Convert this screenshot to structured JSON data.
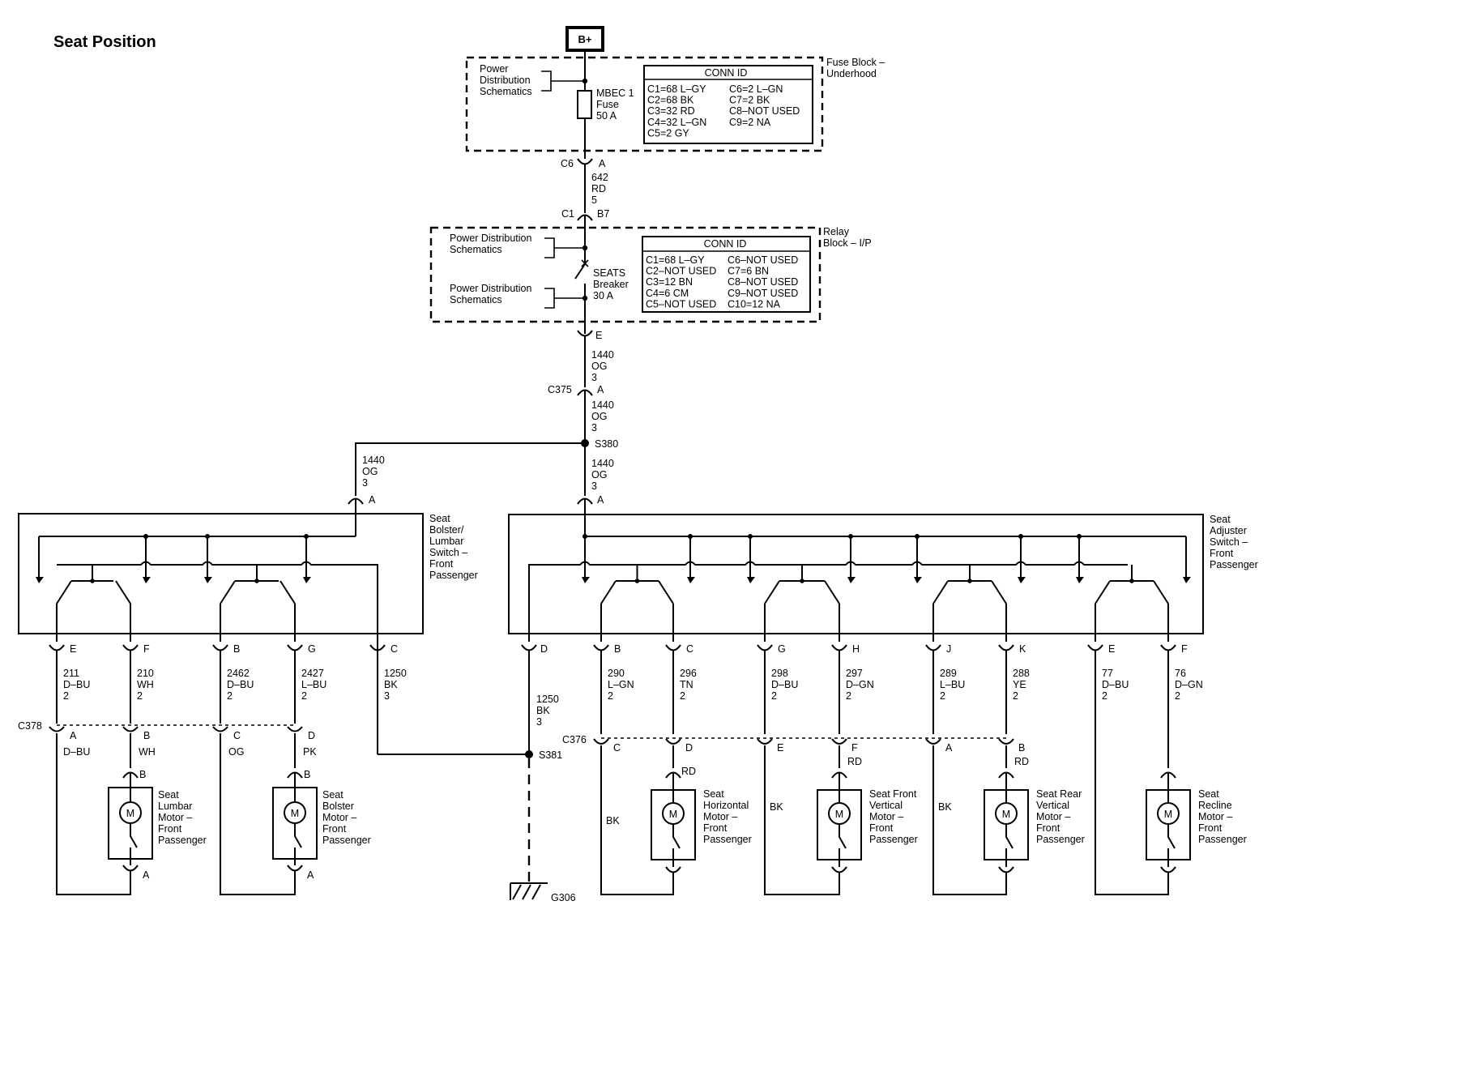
{
  "title": "Seat Position",
  "power_source": "B+",
  "fuse_block": {
    "label": "Fuse Block – Underhood",
    "label_lines": [
      "Fuse Block –",
      "Underhood"
    ],
    "pds_lines": [
      "Power",
      "Distribution",
      "Schematics"
    ],
    "fuse_lines": [
      "MBEC 1",
      "Fuse",
      "50 A"
    ],
    "conn_id_title": "CONN ID",
    "conn_id_rows": [
      [
        "C1=68 L–GY",
        "C6=2 L–GN"
      ],
      [
        "C2=68 BK",
        "C7=2 BK"
      ],
      [
        "C3=32 RD",
        "C8–NOT USED"
      ],
      [
        "C4=32 L–GN",
        "C9=2 NA"
      ],
      [
        "C5=2 GY",
        ""
      ]
    ]
  },
  "relay_block": {
    "label": "Relay Block – I/P",
    "label_lines": [
      "Relay",
      "Block – I/P"
    ],
    "pds_top_lines": [
      "Power Distribution",
      "Schematics"
    ],
    "pds_bottom_lines": [
      "Power Distribution",
      "Schematics"
    ],
    "breaker_lines": [
      "SEATS",
      "Breaker",
      "30 A"
    ],
    "conn_id_title": "CONN ID",
    "conn_id_rows": [
      [
        "C1=68 L–GY",
        "C6–NOT USED"
      ],
      [
        "C2–NOT USED",
        "C7=6 BN"
      ],
      [
        "C3=12 BN",
        "C8–NOT USED"
      ],
      [
        "C4=6 CM",
        "C9–NOT USED"
      ],
      [
        "C5–NOT USED",
        "C10=12 NA"
      ]
    ]
  },
  "trunk": {
    "c6_name": "C6",
    "c6_pin": "A",
    "wire1": [
      "642",
      "RD",
      "5"
    ],
    "c1_name": "C1",
    "c1_pin": "B7",
    "relay_out_pin": "E",
    "wire2": [
      "1440",
      "OG",
      "3"
    ],
    "c375_name": "C375",
    "c375_pin": "A",
    "wire3": [
      "1440",
      "OG",
      "3"
    ],
    "splice": "S380",
    "wire_left": [
      "1440",
      "OG",
      "3"
    ],
    "wire_right": [
      "1440",
      "OG",
      "3"
    ],
    "left_in_pin": "A",
    "right_in_pin": "A"
  },
  "lumbar_switch": {
    "name_lines": [
      "Seat",
      "Bolster/",
      "Lumbar",
      "Switch –",
      "Front",
      "Passenger"
    ],
    "pins": [
      {
        "pin": "E",
        "wire": [
          "211",
          "D–BU",
          "2"
        ]
      },
      {
        "pin": "F",
        "wire": [
          "210",
          "WH",
          "2"
        ]
      },
      {
        "pin": "B",
        "wire": [
          "2462",
          "D–BU",
          "2"
        ]
      },
      {
        "pin": "G",
        "wire": [
          "2427",
          "L–BU",
          "2"
        ]
      },
      {
        "pin": "C",
        "wire": [
          "1250",
          "BK",
          "3"
        ]
      }
    ],
    "c378": {
      "name": "C378",
      "pins": [
        "A",
        "B",
        "C",
        "D"
      ],
      "colors": [
        "D–BU",
        "WH",
        "OG",
        "PK"
      ]
    },
    "motors": [
      {
        "name_lines": [
          "Seat",
          "Lumbar",
          "Motor –",
          "Front",
          "Passenger"
        ],
        "pin_top": "B",
        "pin_bottom": "A",
        "symbol": "M"
      },
      {
        "name_lines": [
          "Seat",
          "Bolster",
          "Motor –",
          "Front",
          "Passenger"
        ],
        "pin_top": "B",
        "pin_bottom": "A",
        "symbol": "M"
      }
    ]
  },
  "adjuster_switch": {
    "name_lines": [
      "Seat",
      "Adjuster",
      "Switch –",
      "Front",
      "Passenger"
    ],
    "ground_pin": "D",
    "ground_wire": [
      "1250",
      "BK",
      "3"
    ],
    "pins": [
      {
        "pin": "B",
        "wire": [
          "290",
          "L–GN",
          "2"
        ]
      },
      {
        "pin": "C",
        "wire": [
          "296",
          "TN",
          "2"
        ]
      },
      {
        "pin": "G",
        "wire": [
          "298",
          "D–BU",
          "2"
        ]
      },
      {
        "pin": "H",
        "wire": [
          "297",
          "D–GN",
          "2"
        ]
      },
      {
        "pin": "J",
        "wire": [
          "289",
          "L–BU",
          "2"
        ]
      },
      {
        "pin": "K",
        "wire": [
          "288",
          "YE",
          "2"
        ]
      },
      {
        "pin": "E",
        "wire": [
          "77",
          "D–BU",
          "2"
        ]
      },
      {
        "pin": "F",
        "wire": [
          "76",
          "D–GN",
          "2"
        ]
      }
    ],
    "c376": {
      "name": "C376",
      "pins": [
        "C",
        "D",
        "E",
        "F",
        "A",
        "B"
      ],
      "colors": [
        "BK",
        "RD",
        "BK",
        "RD",
        "BK",
        "RD"
      ]
    },
    "motors": [
      {
        "name_lines": [
          "Seat",
          "Horizontal",
          "Motor –",
          "Front",
          "Passenger"
        ],
        "symbol": "M"
      },
      {
        "name_lines": [
          "Seat Front",
          "Vertical",
          "Motor –",
          "Front",
          "Passenger"
        ],
        "symbol": "M"
      },
      {
        "name_lines": [
          "Seat Rear",
          "Vertical",
          "Motor –",
          "Front",
          "Passenger"
        ],
        "symbol": "M"
      },
      {
        "name_lines": [
          "Seat",
          "Recline",
          "Motor –",
          "Front",
          "Passenger"
        ],
        "symbol": "M"
      }
    ]
  },
  "ground": {
    "splice": "S381",
    "name": "G306"
  }
}
